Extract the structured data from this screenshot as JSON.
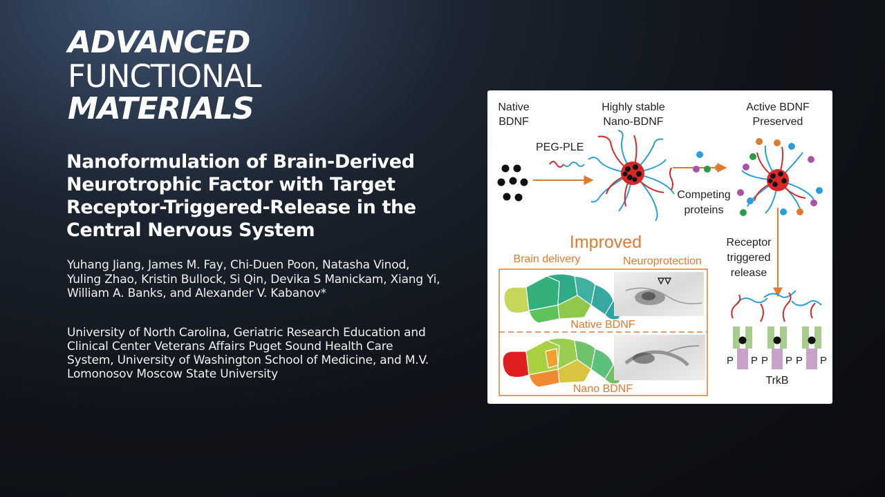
{
  "journal": {
    "line1": "ADVANCED",
    "line2": "FUNCTIONAL",
    "line3": "MATERIALS"
  },
  "article": {
    "title": "Nanoformulation of Brain-Derived Neurotrophic Factor with Target Receptor-Triggered-Release in the Central Nervous System",
    "authors": "Yuhang Jiang, James M. Fay, Chi-Duen Poon, Natasha Vinod, Yuling Zhao, Kristin Bullock, Si Qin, Devika S Manickam, Xiang Yi, William A. Banks, and Alexander V. Kabanov*",
    "affiliation": "University of North Carolina, Geriatric Research Education and Clinical Center Veterans Affairs Puget Sound Health Care System, University of Washington School of Medicine, and M.V. Lomonosov Moscow State University"
  },
  "figure": {
    "native_line1": "Native",
    "native_line2": "BDNF",
    "stable_line1": "Highly stable",
    "stable_line2": "Nano-BDNF",
    "active_line1": "Active BDNF",
    "active_line2": "Preserved",
    "peg": "PEG-PLE",
    "competing_line1": "Competing",
    "competing_line2": "proteins",
    "receptor_line1": "Receptor",
    "receptor_line2": "triggered",
    "receptor_line3": "release",
    "improved": "Improved",
    "brain_delivery": "Brain delivery",
    "neuroprotection": "Neuroprotection",
    "native_label": "Native BDNF",
    "nano_label": "Nano BDNF",
    "p_label": "P",
    "trkb": "TrkB",
    "colors": {
      "accent": "#e07a2e",
      "peg_blue": "#2a9fd6",
      "ple_red": "#d62828",
      "receptor_green": "#a8cc8c",
      "receptor_purple": "#c8a2c8"
    }
  }
}
